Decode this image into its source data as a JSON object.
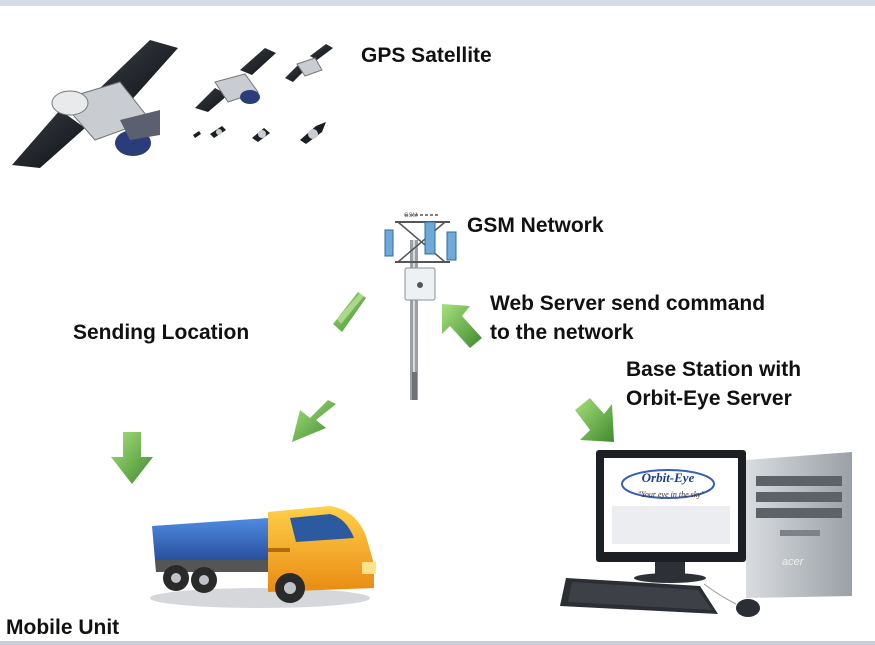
{
  "labels": {
    "gps": "GPS Satellite",
    "gsm": "GSM Network",
    "web_line1": "Web Server send command",
    "web_line2": "to the network",
    "sending": "Sending Location",
    "base_line1": "Base Station with",
    "base_line2": "Orbit-Eye Server",
    "mobile": "Mobile Unit"
  },
  "monitor": {
    "logo": "Orbit-Eye",
    "tagline": "\"Your eye in the sky\""
  },
  "tower_brand": "GSM",
  "pc_brand": "acer",
  "colors": {
    "arrow_green": "#4e9a3a",
    "arrow_light": "#8ed36a",
    "truck_cab": "#f5a71a",
    "truck_bed": "#2f5fb4"
  }
}
